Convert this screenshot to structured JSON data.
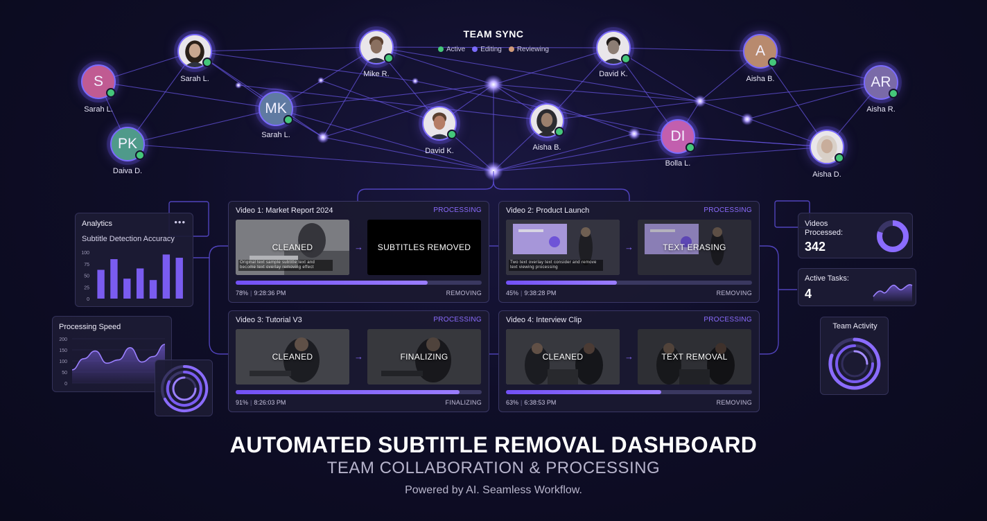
{
  "team_sync": {
    "title": "TEAM SYNC",
    "legend": [
      {
        "label": "Active",
        "color": "#45c77a"
      },
      {
        "label": "Editing",
        "color": "#7b6bff"
      },
      {
        "label": "Reviewing",
        "color": "#d19a7a"
      }
    ]
  },
  "members": [
    {
      "name": "Sarah L.",
      "initials": "S",
      "bg": "#c05b92",
      "photo": false
    },
    {
      "name": "Sarah L.",
      "initials": "",
      "bg": "#c9a78f",
      "photo": true
    },
    {
      "name": "Mike R.",
      "initials": "",
      "bg": "#8a7060",
      "photo": true
    },
    {
      "name": "David K.",
      "initials": "",
      "bg": "#8c7d74",
      "photo": true
    },
    {
      "name": "Aisha B.",
      "initials": "A",
      "bg": "#b88a6e",
      "photo": false
    },
    {
      "name": "Aisha R.",
      "initials": "AR",
      "bg": "#7a6aa8",
      "photo": false
    },
    {
      "name": "Sarah L.",
      "initials": "MK",
      "bg": "#5f7aa2",
      "photo": false
    },
    {
      "name": "David K.",
      "initials": "",
      "bg": "#b57d66",
      "photo": true
    },
    {
      "name": "Aisha B.",
      "initials": "",
      "bg": "#9b7f6d",
      "photo": true
    },
    {
      "name": "Bolla L.",
      "initials": "DI",
      "bg": "#c25fae",
      "photo": false
    },
    {
      "name": "Daiva D.",
      "initials": "PK",
      "bg": "#4f9a8a",
      "photo": false
    },
    {
      "name": "Aisha D.",
      "initials": "",
      "bg": "#c8ad9b",
      "photo": true
    }
  ],
  "analytics": {
    "title": "Analytics",
    "menu_icon": "more-horizontal-icon",
    "subtitle": "Subtitle Detection Accuracy",
    "chart_data": {
      "type": "bar",
      "yticks": [
        "100",
        "75",
        "50",
        "25",
        "0"
      ],
      "ylim": [
        0,
        100
      ],
      "values": [
        62,
        85,
        43,
        65,
        40,
        95,
        88
      ]
    }
  },
  "speed": {
    "title": "Processing Speed",
    "chart_data": {
      "type": "area",
      "yticks": [
        "200",
        "150",
        "100",
        "50",
        "0"
      ],
      "ylim": [
        0,
        200
      ],
      "values": [
        60,
        110,
        145,
        90,
        105,
        160,
        95,
        120,
        175
      ]
    }
  },
  "videos": [
    {
      "title": "Video 1: Market Report 2024",
      "status": "PROCESSING",
      "left_label": "CLEANED",
      "right_label": "SUBTITLES REMOVED",
      "progress": 78,
      "percent": "78%",
      "time": "9:28:36 PM",
      "state": "REMOVING",
      "subtitle_text": "Original text sample subtitle text and become text overlay removing effect"
    },
    {
      "title": "Video 2: Product Launch",
      "status": "PROCESSING",
      "left_label": "",
      "right_label": "TEXT ERASING",
      "progress": 45,
      "percent": "45%",
      "time": "9:38:28 PM",
      "state": "REMOVING",
      "subtitle_text": "Two text overlay text consider and remove text viewing processing"
    },
    {
      "title": "Video 3: Tutorial V3",
      "status": "PROCESSING",
      "left_label": "CLEANED",
      "right_label": "FINALIZING",
      "progress": 91,
      "percent": "91%",
      "time": "8:26:03 PM",
      "state": "FINALIZING",
      "subtitle_text": ""
    },
    {
      "title": "Video 4: Interview Clip",
      "status": "PROCESSING",
      "left_label": "CLEANED",
      "right_label": "TEXT REMOVAL",
      "progress": 63,
      "percent": "63%",
      "time": "6:38:53 PM",
      "state": "REMOVING",
      "subtitle_text": ""
    }
  ],
  "stats": {
    "videos_processed_label": "Videos Processed:",
    "videos_processed_value": "342",
    "videos_processed_fraction": 0.8,
    "active_tasks_label": "Active Tasks:",
    "active_tasks_value": "4",
    "team_activity_label": "Team Activity"
  },
  "headline": {
    "title": "AUTOMATED SUBTITLE REMOVAL DASHBOARD",
    "subtitle": "TEAM COLLABORATION & PROCESSING",
    "tagline": "Powered by AI. Seamless Workflow."
  },
  "colors": {
    "accent": "#8b6cff",
    "active": "#45c77a",
    "line": "#6a57e8"
  }
}
